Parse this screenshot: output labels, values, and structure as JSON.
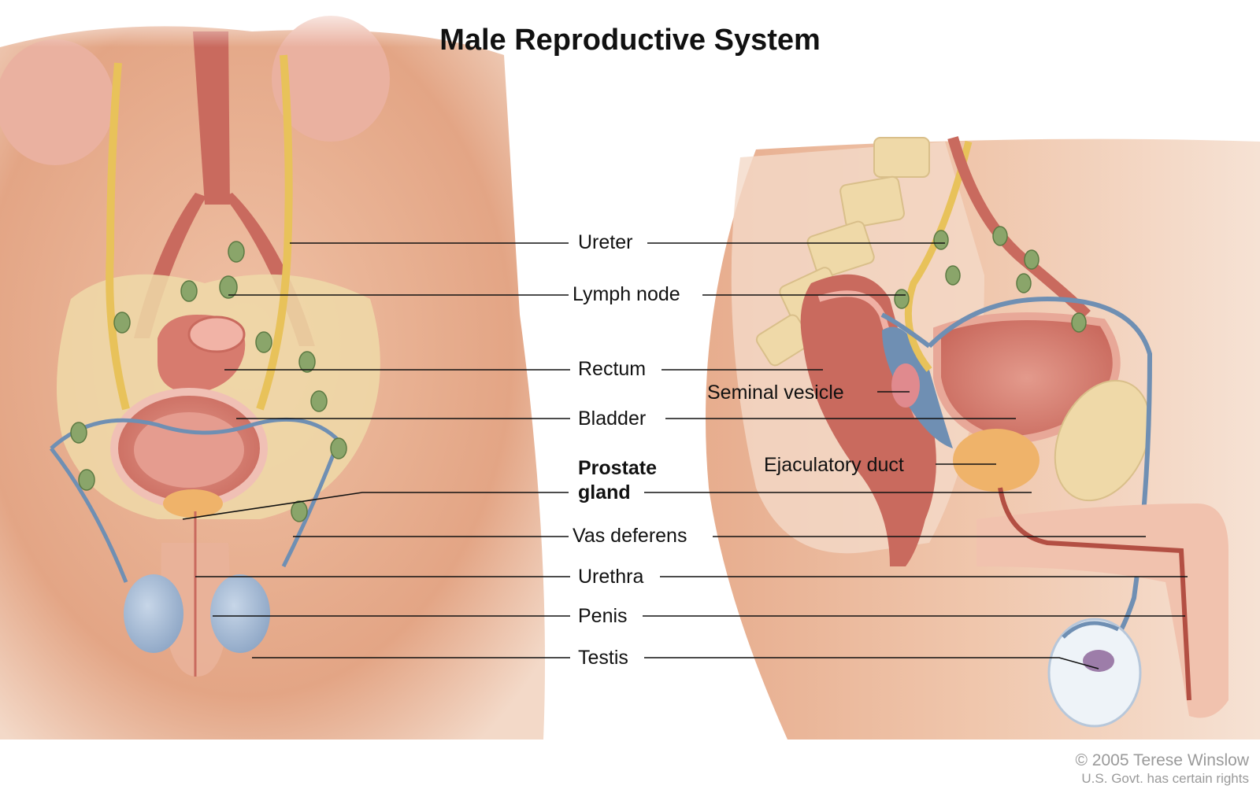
{
  "title": "Male Reproductive System",
  "labels": {
    "ureter": "Ureter",
    "lymph_node": "Lymph node",
    "rectum": "Rectum",
    "seminal_vesicle": "Seminal vesicle",
    "bladder": "Bladder",
    "prostate_line1": "Prostate",
    "prostate_line2": "gland",
    "ejaculatory_duct": "Ejaculatory duct",
    "vas_deferens": "Vas deferens",
    "urethra": "Urethra",
    "penis": "Penis",
    "testis": "Testis"
  },
  "credit": {
    "line1": "© 2005 Terese Winslow",
    "line2": "U.S. Govt. has certain rights"
  },
  "colors": {
    "skin": "#e8b596",
    "skin_dark": "#d9977a",
    "muscle": "#c96a5e",
    "bladder": "#d98074",
    "ureter": "#e8c25a",
    "vas_deferens": "#6f8fb3",
    "lymph_node": "#8aa56a",
    "bone": "#efd9a8",
    "prostate": "#efb36a",
    "testis": "#9fb7d4"
  }
}
